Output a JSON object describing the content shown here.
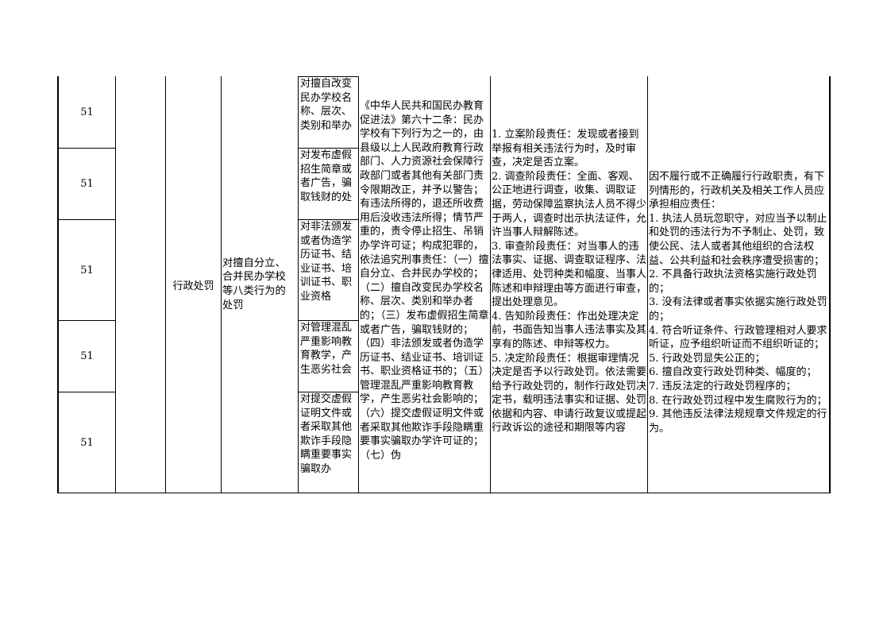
{
  "rows": [
    {
      "no": "51",
      "item": "对擅自改变民办学校名称、层次、类别和举办"
    },
    {
      "no": "51",
      "item": "对发布虚假招生简章或者广告，骗取钱财的处"
    },
    {
      "no": "51",
      "item": "对非法颁发或者伪造学历证书、结业证书、培训证书、职业资格"
    },
    {
      "no": "51",
      "item": "对管理混乱严重影响教育教学，产生恶劣社会"
    },
    {
      "no": "51",
      "item": "对提交虚假证明文件或者采取其他欺诈手段隐瞒重要事实骗取办"
    }
  ],
  "category": "行政处罚",
  "power_name": "对擅自分立、合并民办学校等八类行为的处罚",
  "basis": "《中华人民共和国民办教育促进法》第六十二条：民办学校有下列行为之一的，由县级以上人民政府教育行政部门、人力资源社会保障行政部门或者其他有关部门责令限期改正，并予以警告；有违法所得的，退还所收费用后没收违法所得；情节严重的，责令停止招生、吊销办学许可证；构成犯罪的，依法追究刑事责任：（一）擅自分立、合并民办学校的；（二）擅自改变民办学校名称、层次、类别和举办者的；（三）发布虚假招生简章或者广告，骗取钱财的；（四）非法颁发或者伪造学历证书、结业证书、培训证书、职业资格证书的；（五）管理混乱严重影响教育教学，产生恶劣社会影响的；（六）提交虚假证明文件或者采取其他欺诈手段隐瞒重要事实骗取办学许可证的；（七）伪",
  "responsibilities": [
    "1. 立案阶段责任：发现或者接到举报有相关违法行为时，及时审查，决定是否立案。",
    "2. 调查阶段责任：全面、客观、公正地进行调查，收集、调取证据，劳动保障监察执法人员不得少于两人，调查时出示执法证件，允许当事人辩解陈述。",
    "3. 审查阶段责任：对当事人的违法事实、证据、调查取证程序、法律适用、处罚种类和幅度、当事人陈述和申辩理由等方面进行审查，提出处理意见。",
    "4. 告知阶段责任：作出处理决定前，书面告知当事人违法事实及其享有的陈述、申辩等权力。",
    "5. 决定阶段责任：根据审理情况决定是否予以行政处罚。依法需要给予行政处罚的，制作行政处罚决定书，载明违法事实和证据、处罚依据和内容、申请行政复议或提起行政诉讼的途径和期限等内容"
  ],
  "accountability": [
    "因不履行或不正确履行行政职责，有下列情形的，行政机关及相关工作人员应承担相应责任：",
    "1. 执法人员玩忽职守，对应当予以制止和处罚的违法行为不予制止、处罚，致使公民、法人或者其他组织的合法权益、公共利益和社会秩序遭受损害的；",
    "2. 不具备行政执法资格实施行政处罚的；",
    "3. 没有法律或者事实依据实施行政处罚的；",
    "4. 符合听证条件、行政管理相对人要求听证，应予组织听证而不组织听证的；",
    "5. 行政处罚显失公正的；",
    "6. 擅自改变行政处罚种类、幅度的；",
    "7. 违反法定的行政处罚程序的；",
    "8. 在行政处罚过程中发生腐败行为的；",
    "9. 其他违反法律法规规章文件规定的行为。"
  ]
}
